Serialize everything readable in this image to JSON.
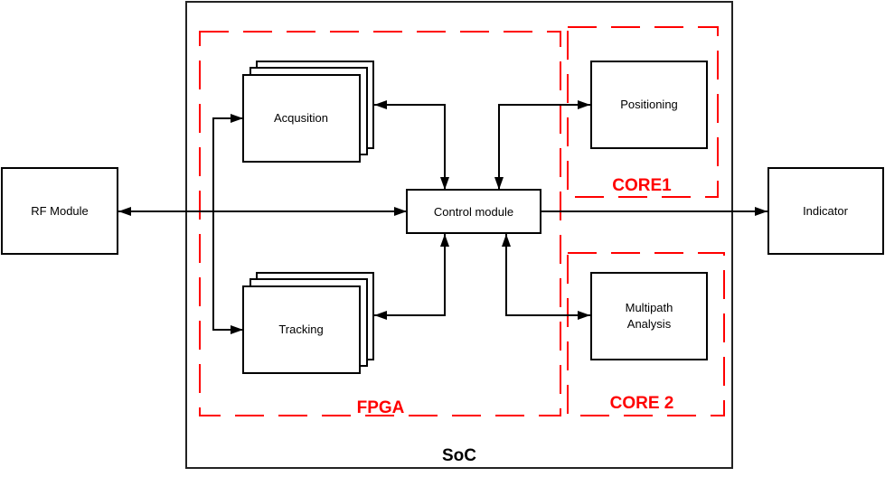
{
  "diagram": {
    "containers": {
      "soc": "SoC",
      "fpga": "FPGA",
      "core1": "CORE1",
      "core2": "CORE 2"
    },
    "blocks": {
      "rf_module": "RF Module",
      "acquisition": "Acqusition",
      "tracking": "Tracking",
      "control_module": "Control module",
      "positioning": "Positioning",
      "multipath_line1": "Multipath",
      "multipath_line2": "Analysis",
      "indicator": "Indicator"
    },
    "colors": {
      "zone_border": "#ff0000",
      "zone_label": "#ff0000",
      "block_border": "#000000"
    }
  }
}
